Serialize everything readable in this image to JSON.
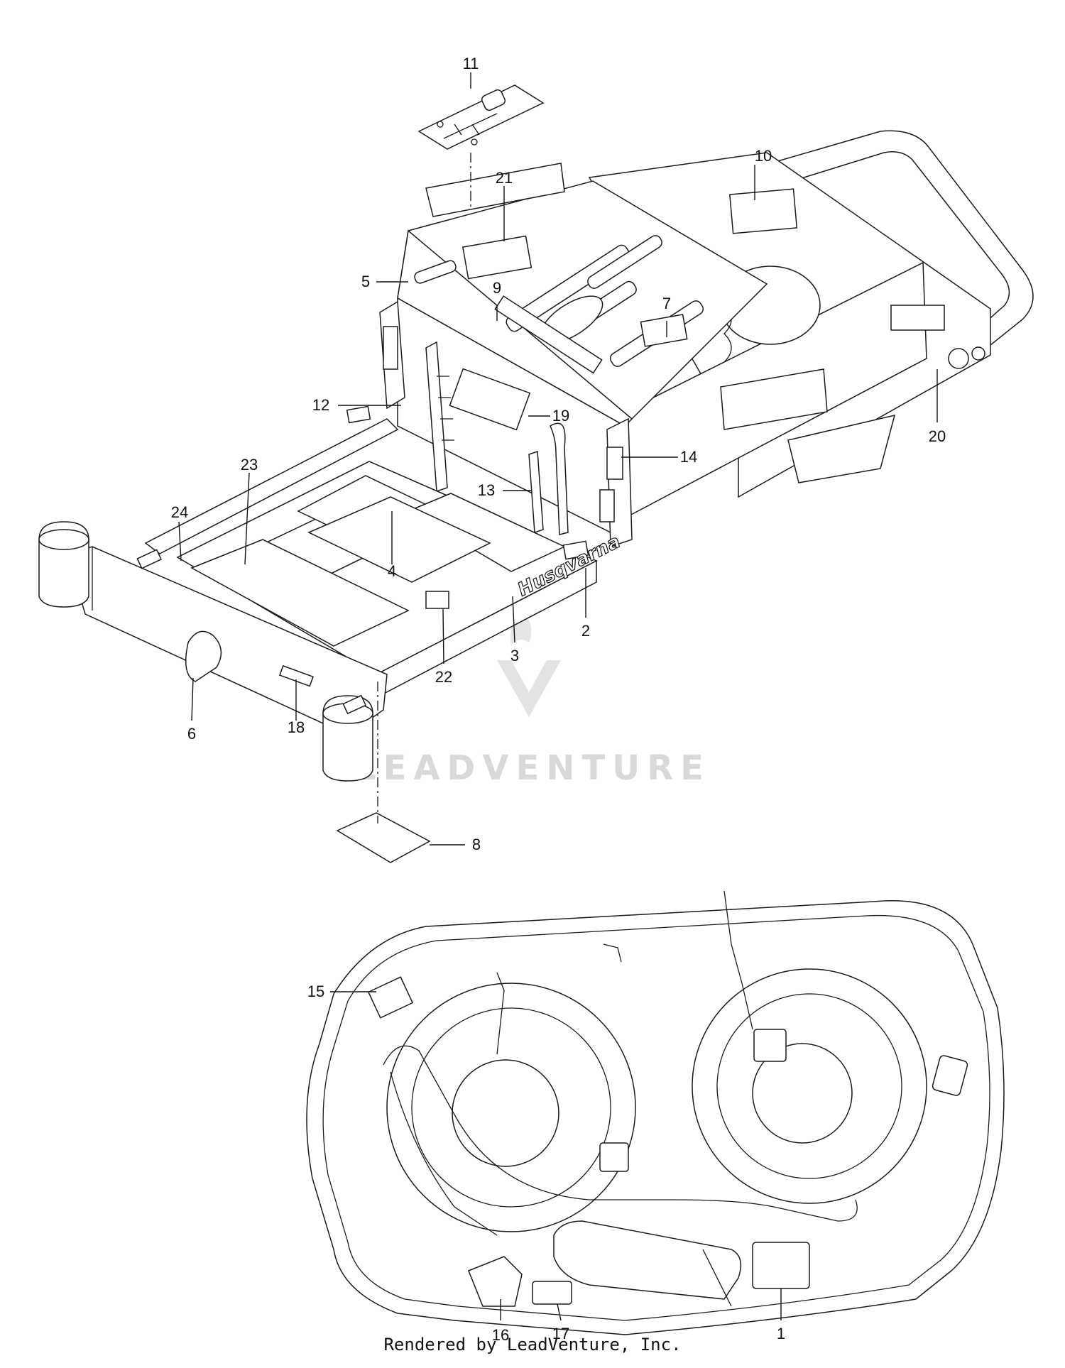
{
  "labels": [
    "1",
    "2",
    "3",
    "4",
    "5",
    "6",
    "7",
    "8",
    "9",
    "10",
    "11",
    "12",
    "13",
    "14",
    "15",
    "16",
    "17",
    "18",
    "19",
    "20",
    "21",
    "22",
    "23",
    "24"
  ],
  "brand_text": "Husqvarna",
  "watermark": "LEADVENTURE",
  "footer": "Rendered by LeadVenture, Inc."
}
